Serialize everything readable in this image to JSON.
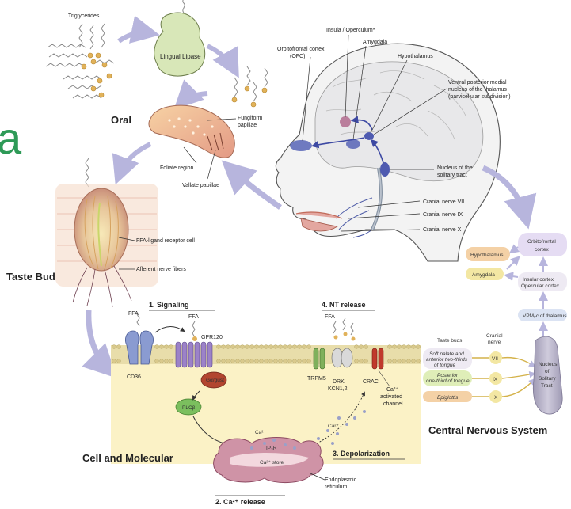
{
  "labels": {
    "triglycerides": "Triglycerides",
    "lingual_lipase": "Lingual Lipase",
    "oral": "Oral",
    "fungiform": "Fungiform",
    "papillae": "papillae",
    "foliate": "Foliate region",
    "vallate": "Vallate papillae",
    "taste_bud": "Taste Bud",
    "ffa_receptor": "FFA-ligand receptor cell",
    "afferent": "Afferent nerve fibers",
    "cell_molecular": "Cell and Molecular",
    "cns": "Central Nervous System",
    "insula": "Insula / Operculum*",
    "ofc_line1": "Orbitofrontal cortex",
    "ofc_line2": "(OFC)",
    "amygdala": "Amygdala",
    "hypothalamus": "Hypothalamus",
    "vpm_line1": "Ventral posterior medial",
    "vpm_line2": "nucleus of the thalamus",
    "vpm_line3": "(parvicellular subdivision)",
    "nts_line1": "Nucleus of the",
    "nts_line2": "solitary tract",
    "cn7": "Cranial nerve VII",
    "cn9": "Cranial nerve IX",
    "cn10": "Cranial nerve X",
    "step1": "1. Signaling",
    "step2": "2. Ca²⁺ release",
    "step3": "3. Depolarization",
    "step4": "4. NT release",
    "ffa_a": "FFA",
    "ffa_b": "FFA",
    "ffa_c": "FFA",
    "gpr120": "GPR120",
    "cd36": "CD36",
    "gprotein": "Gα/gust",
    "plcb": "PLCβ",
    "trpm5": "TRPM5",
    "drk_line1": "DRK",
    "drk_line2": "KCN1,2",
    "crac": "CRAC",
    "ca_act_line1": "Ca²⁺",
    "ca_act_line2": "activated",
    "ca_act_line3": "channel",
    "ca_top": "Ca²⁺",
    "ip3r": "IP₃R",
    "ca_store": "Ca²⁺ store",
    "ca_flow": "Ca²⁺",
    "er_line1": "Endoplasmic",
    "er_line2": "reticulum",
    "cns_taste_buds": "Taste buds",
    "cns_cranial_line1": "Cranial",
    "cns_cranial_line2": "nerve",
    "cns_row1_line1": "Soft palate and",
    "cns_row1_line2": "anterior two-thirds",
    "cns_row1_line3": "of tongue",
    "cns_row2_line1": "Posterior",
    "cns_row2_line2": "one-third of tongue",
    "cns_row3": "Epiglottis",
    "cn_vii": "VII",
    "cn_ix": "IX",
    "cn_x": "X",
    "nts_box_line1": "Nucleus",
    "nts_box_line2": "of",
    "nts_box_line3": "Solitary",
    "nts_box_line4": "Tract",
    "vpm_box": "VPM⁠ₚc of thalamus",
    "insular_line1": "Insular cortex",
    "insular_line2": "Opercular cortex",
    "ofc_box_line1": "Orbitofrontal",
    "ofc_box_line2": "cortex",
    "hypo_box": "Hypothalamus",
    "amyg_box": "Amygdala",
    "edge_fragment": "a"
  },
  "colors": {
    "flow_arrow": "#b7b5dd",
    "membrane": "#d9c98c",
    "cytoplasm": "#fbf2c6",
    "er": "#cf93a6",
    "nts": "#b9b4c8",
    "edge_fragment": "#2e9a57"
  }
}
